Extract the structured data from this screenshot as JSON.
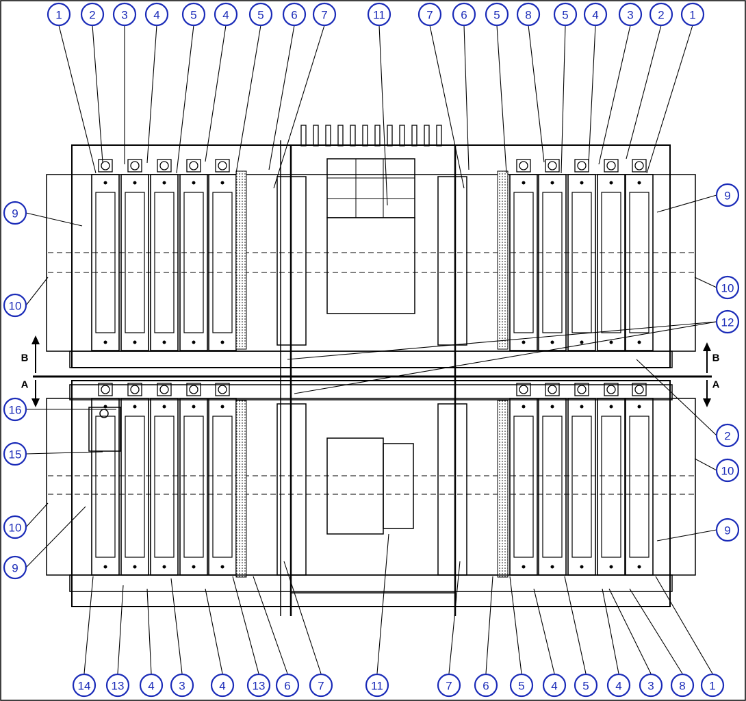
{
  "callouts_top": [
    "1",
    "2",
    "3",
    "4",
    "5",
    "4",
    "5",
    "6",
    "7",
    "11",
    "7",
    "6",
    "5",
    "8",
    "5",
    "4",
    "3",
    "2",
    "1"
  ],
  "callouts_bottom": [
    "14",
    "13",
    "4",
    "3",
    "4",
    "13",
    "6",
    "7",
    "11",
    "7",
    "6",
    "5",
    "4",
    "5",
    "4",
    "3",
    "8",
    "1"
  ],
  "callouts_left": [
    "9",
    "10",
    "16",
    "15",
    "10",
    "9"
  ],
  "callouts_right": [
    "9",
    "10",
    "12",
    "2",
    "10",
    "9"
  ],
  "section_labels": {
    "b_left": "B",
    "a_left": "A",
    "b_right": "B",
    "a_right": "A"
  }
}
